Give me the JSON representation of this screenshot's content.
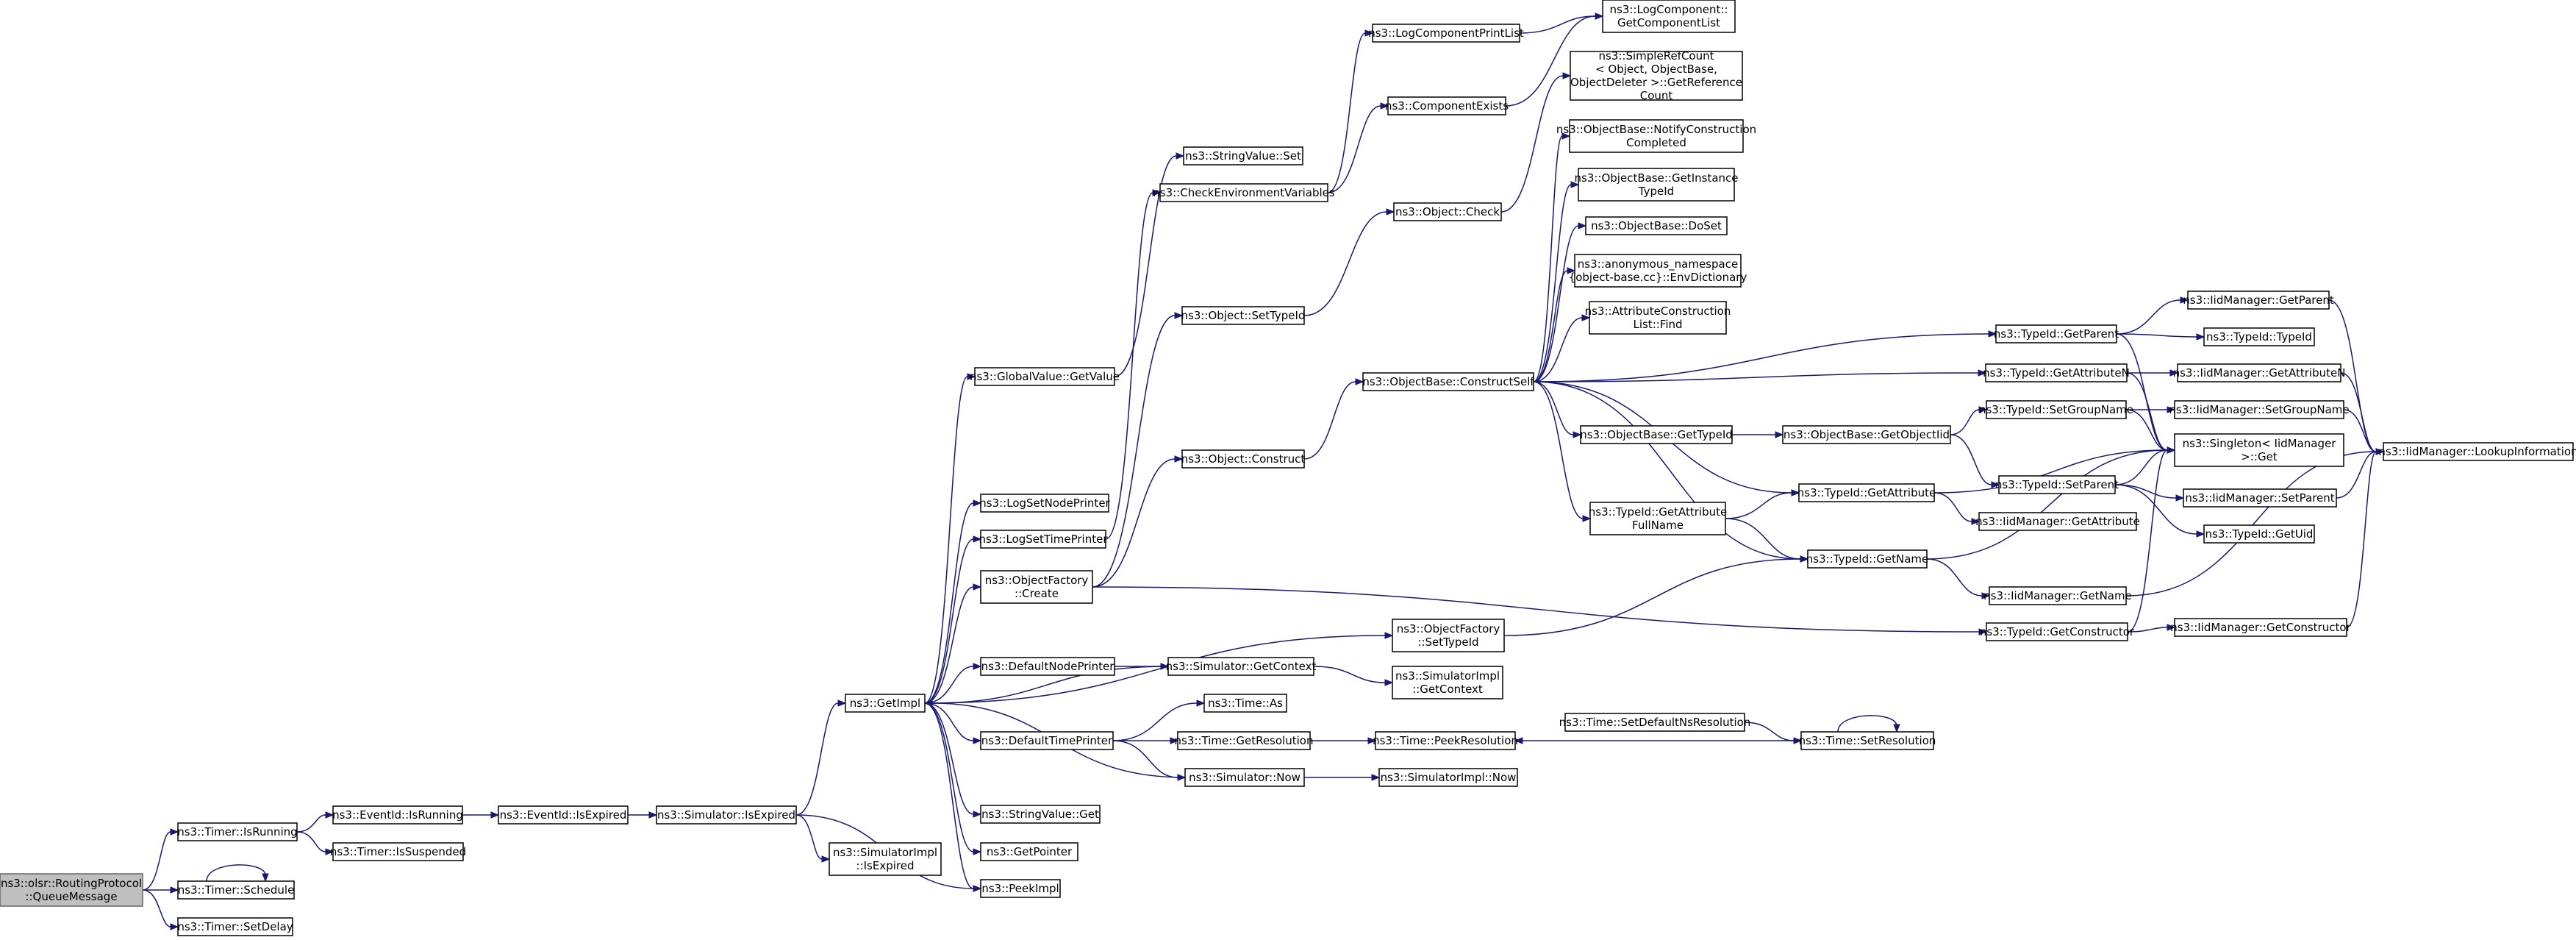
{
  "diagram": {
    "nodes": [
      {
        "id": "root",
        "lines": [
          "ns3::olsr::RoutingProtocol",
          "::QueueMessage"
        ]
      },
      {
        "id": "timer_isrunning",
        "lines": [
          "ns3::Timer::IsRunning"
        ]
      },
      {
        "id": "timer_schedule",
        "lines": [
          "ns3::Timer::Schedule"
        ]
      },
      {
        "id": "timer_setdelay",
        "lines": [
          "ns3::Timer::SetDelay"
        ]
      },
      {
        "id": "eventid_isrunning",
        "lines": [
          "ns3::EventId::IsRunning"
        ]
      },
      {
        "id": "timer_issuspended",
        "lines": [
          "ns3::Timer::IsSuspended"
        ]
      },
      {
        "id": "eventid_isexpired",
        "lines": [
          "ns3::EventId::IsExpired"
        ]
      },
      {
        "id": "simulator_isexpired",
        "lines": [
          "ns3::Simulator::IsExpired"
        ]
      },
      {
        "id": "simulatorimpl_isexpired",
        "lines": [
          "ns3::SimulatorImpl",
          "::IsExpired"
        ]
      },
      {
        "id": "getimpl",
        "lines": [
          "ns3::GetImpl"
        ]
      },
      {
        "id": "peekimpl",
        "lines": [
          "ns3::PeekImpl"
        ]
      },
      {
        "id": "globalvalue_getvalue",
        "lines": [
          "ns3::GlobalValue::GetValue"
        ]
      },
      {
        "id": "lognodeprinter",
        "lines": [
          "ns3::LogSetNodePrinter"
        ]
      },
      {
        "id": "logtimeprinter",
        "lines": [
          "ns3::LogSetTimePrinter"
        ]
      },
      {
        "id": "objectfactory_create",
        "lines": [
          "ns3::ObjectFactory",
          "::Create"
        ]
      },
      {
        "id": "defaultnodeprinter",
        "lines": [
          "ns3::DefaultNodePrinter"
        ]
      },
      {
        "id": "defaulttimeprinter",
        "lines": [
          "ns3::DefaultTimePrinter"
        ]
      },
      {
        "id": "stringvalue_get",
        "lines": [
          "ns3::StringValue::Get"
        ]
      },
      {
        "id": "getpointer",
        "lines": [
          "ns3::GetPointer"
        ]
      },
      {
        "id": "stringvalue_set",
        "lines": [
          "ns3::StringValue::Set"
        ]
      },
      {
        "id": "checkenv",
        "lines": [
          "ns3::CheckEnvironmentVariables"
        ]
      },
      {
        "id": "object_settypeid",
        "lines": [
          "ns3::Object::SetTypeId"
        ]
      },
      {
        "id": "object_construct",
        "lines": [
          "ns3::Object::Construct"
        ]
      },
      {
        "id": "objectfactory_settypeid",
        "lines": [
          "ns3::ObjectFactory",
          "::SetTypeId"
        ]
      },
      {
        "id": "simulator_getcontext",
        "lines": [
          "ns3::Simulator::GetContext"
        ]
      },
      {
        "id": "simulatorimpl_getcontext",
        "lines": [
          "ns3::SimulatorImpl",
          "::GetContext"
        ]
      },
      {
        "id": "time_as",
        "lines": [
          "ns3::Time::As"
        ]
      },
      {
        "id": "time_getresolution",
        "lines": [
          "ns3::Time::GetResolution"
        ]
      },
      {
        "id": "simulator_now",
        "lines": [
          "ns3::Simulator::Now"
        ]
      },
      {
        "id": "simulatorimpl_now",
        "lines": [
          "ns3::SimulatorImpl::Now"
        ]
      },
      {
        "id": "logcomponentprintlist",
        "lines": [
          "ns3::LogComponentPrintList"
        ]
      },
      {
        "id": "componentexists",
        "lines": [
          "ns3::ComponentExists"
        ]
      },
      {
        "id": "logcomponent_getlist",
        "lines": [
          "ns3::LogComponent::",
          "GetComponentList"
        ]
      },
      {
        "id": "object_check",
        "lines": [
          "ns3::Object::Check"
        ]
      },
      {
        "id": "simplerefcount",
        "lines": [
          "ns3::SimpleRefCount",
          "< Object, ObjectBase,",
          " ObjectDeleter >::GetReference",
          "Count"
        ]
      },
      {
        "id": "objectbase_constructself",
        "lines": [
          "ns3::ObjectBase::ConstructSelf"
        ]
      },
      {
        "id": "objectbase_notify",
        "lines": [
          "ns3::ObjectBase::NotifyConstruction",
          "Completed"
        ]
      },
      {
        "id": "objectbase_getinstance",
        "lines": [
          "ns3::ObjectBase::GetInstance",
          "TypeId"
        ]
      },
      {
        "id": "objectbase_doset",
        "lines": [
          "ns3::ObjectBase::DoSet"
        ]
      },
      {
        "id": "anon_envdictionary",
        "lines": [
          "ns3::anonymous_namespace",
          "{object-base.cc}::EnvDictionary"
        ]
      },
      {
        "id": "attrconstruction_find",
        "lines": [
          "ns3::AttributeConstruction",
          "List::Find"
        ]
      },
      {
        "id": "objectbase_gettypeid",
        "lines": [
          "ns3::ObjectBase::GetTypeId"
        ]
      },
      {
        "id": "typeid_getattrfullname",
        "lines": [
          "ns3::TypeId::GetAttribute",
          "FullName"
        ]
      },
      {
        "id": "time_peekresolution",
        "lines": [
          "ns3::Time::PeekResolution"
        ]
      },
      {
        "id": "time_setdefaultns",
        "lines": [
          "ns3::Time::SetDefaultNsResolution"
        ]
      },
      {
        "id": "time_setresolution",
        "lines": [
          "ns3::Time::SetResolution"
        ]
      },
      {
        "id": "objectbase_getobjectiid",
        "lines": [
          "ns3::ObjectBase::GetObjectIid"
        ]
      },
      {
        "id": "typeid_getattribute",
        "lines": [
          "ns3::TypeId::GetAttribute"
        ]
      },
      {
        "id": "typeid_getname",
        "lines": [
          "ns3::TypeId::GetName"
        ]
      },
      {
        "id": "typeid_getparent",
        "lines": [
          "ns3::TypeId::GetParent"
        ]
      },
      {
        "id": "typeid_getattributen",
        "lines": [
          "ns3::TypeId::GetAttributeN"
        ]
      },
      {
        "id": "typeid_setgroupname",
        "lines": [
          "ns3::TypeId::SetGroupName"
        ]
      },
      {
        "id": "typeid_setparent",
        "lines": [
          "ns3::TypeId::SetParent"
        ]
      },
      {
        "id": "iidmanager_getattribute",
        "lines": [
          "ns3::IidManager::GetAttribute"
        ]
      },
      {
        "id": "iidmanager_getname",
        "lines": [
          "ns3::IidManager::GetName"
        ]
      },
      {
        "id": "typeid_getconstructor",
        "lines": [
          "ns3::TypeId::GetConstructor"
        ]
      },
      {
        "id": "iidmanager_getparent",
        "lines": [
          "ns3::IidManager::GetParent"
        ]
      },
      {
        "id": "typeid_typeid",
        "lines": [
          "ns3::TypeId::TypeId"
        ]
      },
      {
        "id": "iidmanager_getattributen",
        "lines": [
          "ns3::IidManager::GetAttributeN"
        ]
      },
      {
        "id": "iidmanager_setgroupname",
        "lines": [
          "ns3::IidManager::SetGroupName"
        ]
      },
      {
        "id": "singleton_get",
        "lines": [
          "ns3::Singleton< IidManager",
          " >::Get"
        ]
      },
      {
        "id": "iidmanager_setparent",
        "lines": [
          "ns3::IidManager::SetParent"
        ]
      },
      {
        "id": "typeid_getuid",
        "lines": [
          "ns3::TypeId::GetUid"
        ]
      },
      {
        "id": "iidmanager_getconstructor",
        "lines": [
          "ns3::IidManager::GetConstructor"
        ]
      },
      {
        "id": "iidmanager_lookup",
        "lines": [
          "ns3::IidManager::LookupInformation"
        ]
      }
    ]
  }
}
